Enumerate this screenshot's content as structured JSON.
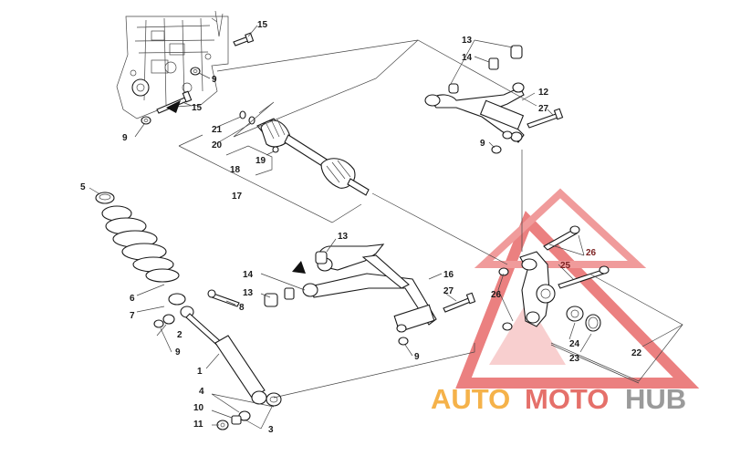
{
  "callouts": {
    "c1": "1",
    "c2": "2",
    "c3": "3",
    "c4": "4",
    "c5": "5",
    "c6": "6",
    "c7": "7",
    "c8": "8",
    "c9a": "9",
    "c9b": "9",
    "c9c": "9",
    "c9d": "9",
    "c9e": "9",
    "c10": "10",
    "c11": "11",
    "c12": "12",
    "c13a": "13",
    "c13b": "13",
    "c13c": "13",
    "c14a": "14",
    "c14b": "14",
    "c15a": "15",
    "c15b": "15",
    "c16": "16",
    "c17": "17",
    "c18": "18",
    "c19": "19",
    "c20": "20",
    "c21": "21",
    "c22": "22",
    "c23": "23",
    "c24": "24",
    "c25": "25",
    "c26a": "26",
    "c26b": "26",
    "c27a": "27",
    "c27b": "27"
  },
  "watermark": {
    "part1": "AUTO",
    "part2": "MOTO",
    "part3": "HUB",
    "colors": {
      "auto": "#f5b24a",
      "moto": "#e5706a",
      "hub": "#9a9a9a",
      "triangle": "#e86a6a"
    }
  }
}
